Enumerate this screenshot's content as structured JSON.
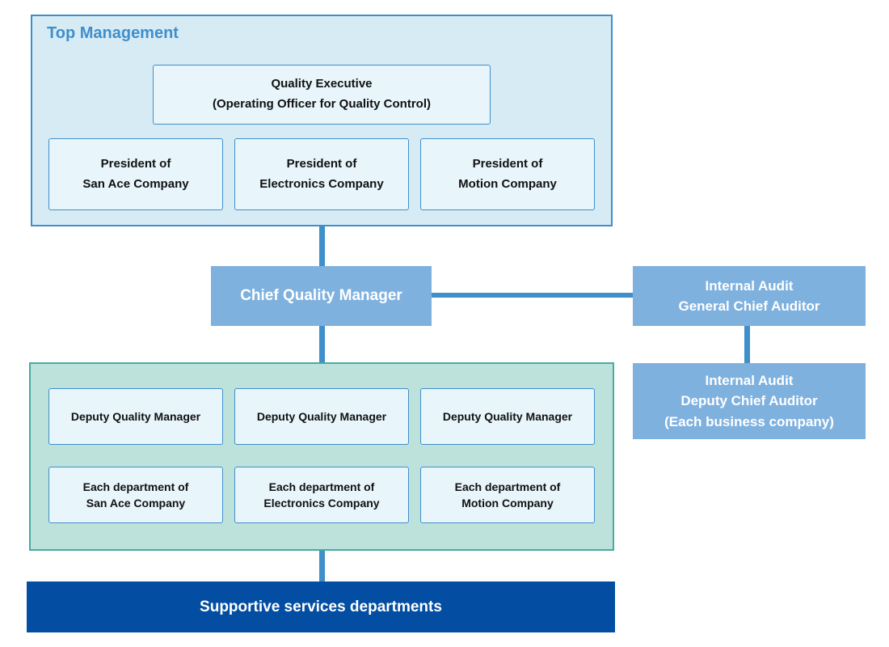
{
  "top_management": {
    "title": "Top Management",
    "quality_executive": {
      "line1": "Quality Executive",
      "line2": "(Operating Officer for Quality Control)"
    },
    "presidents": [
      {
        "line1": "President of",
        "line2": "San Ace Company"
      },
      {
        "line1": "President of",
        "line2": "Electronics Company"
      },
      {
        "line1": "President of",
        "line2": "Motion Company"
      }
    ]
  },
  "chief_quality_manager": "Chief Quality Manager",
  "internal_audit_general": {
    "line1": "Internal Audit",
    "line2": "General Chief Auditor"
  },
  "internal_audit_deputy": {
    "line1": "Internal Audit",
    "line2": "Deputy Chief Auditor",
    "line3": "(Each business company)"
  },
  "deputy_managers": [
    "Deputy Quality Manager",
    "Deputy Quality Manager",
    "Deputy Quality Manager"
  ],
  "departments": [
    {
      "line1": "Each department of",
      "line2": "San Ace Company"
    },
    {
      "line1": "Each department of",
      "line2": "Electronics Company"
    },
    {
      "line1": "Each department of",
      "line2": "Motion Company"
    }
  ],
  "supportive_services": "Supportive services departments",
  "colors": {
    "line": "#3f8fcb",
    "top_panel_bg": "#d7ebf4",
    "bottom_panel_bg": "#bde2dc",
    "box_bg": "#e8f5fb",
    "solid_box_bg": "#7fb1df",
    "support_bg": "#034ea2"
  }
}
